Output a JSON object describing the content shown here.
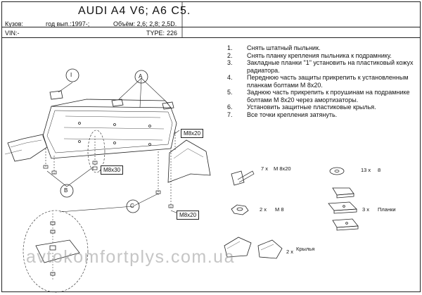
{
  "header": {
    "title": "AUDI  A4  V6;  A6  C5.",
    "kuzov_label": "Кузов:",
    "year_label": "год вып.:1997-;",
    "volume_label": "Объём: 2,6; 2,8; 2,5D.",
    "vin_label": "VIN:-",
    "type_label": "TYPE:",
    "type_value": "226"
  },
  "steps": [
    {
      "n": "1.",
      "text": "Снять штатный пыльник."
    },
    {
      "n": "2.",
      "text": "Снять планку крепления пыльника к подрамнику."
    },
    {
      "n": "3.",
      "text": "Закладные планки \"1\" установить на пластиковый кожух радиатора."
    },
    {
      "n": "4.",
      "text": "Переднюю часть защиты прикрепить к установленным планкам болтами М 8х20."
    },
    {
      "n": "5.",
      "text": "Заднюю часть прикрепить к проушинам на подрамнике болтами М 8х20 через амортизаторы."
    },
    {
      "n": "6.",
      "text": "Установить защитные пластиковые крылья."
    },
    {
      "n": "7.",
      "text": "Все точки крепления затянуть."
    }
  ],
  "diagram": {
    "callouts": {
      "one": "I",
      "a": "A",
      "b": "B",
      "c": "C"
    },
    "bolt_labels": {
      "m8x20_top": "M8x20",
      "m8x30": "M8x30",
      "m8x20_bottom": "M8x20"
    }
  },
  "parts": {
    "bolt_qty": "7 x",
    "bolt_size": "M 8x20",
    "washer_qty": "13 x",
    "washer_size": "8",
    "nut_qty": "2 x",
    "nut_size": "M 8",
    "plate_qty": "3 x",
    "plate_name": "Планки",
    "wing_qty": "2 x",
    "wing_name": "Крылья"
  },
  "watermark": "avtokomfortplys.com.ua"
}
